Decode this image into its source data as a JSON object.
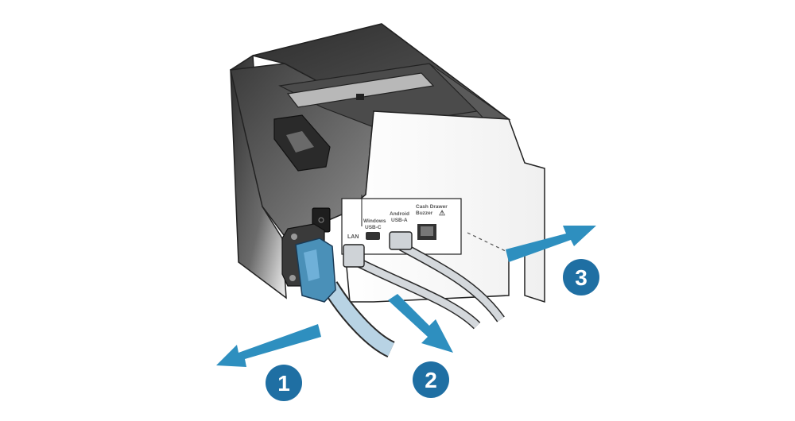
{
  "ports": {
    "lan": "LAN",
    "windows_line1": "Windows",
    "windows_line2": "USB-C",
    "android_line1": "Android",
    "android_line2": "USB-A",
    "cash_line1": "Cash Drawer",
    "cash_line2": "Buzzer",
    "warning_symbol": "⚠"
  },
  "steps": [
    {
      "number": "1"
    },
    {
      "number": "2"
    },
    {
      "number": "3"
    }
  ],
  "colors": {
    "arrow": "#2e8fbf",
    "badge": "#1f6fa3",
    "cable": "#c9ced3",
    "plug": "#4a90b8",
    "body_dark": "#3a3a3a"
  }
}
